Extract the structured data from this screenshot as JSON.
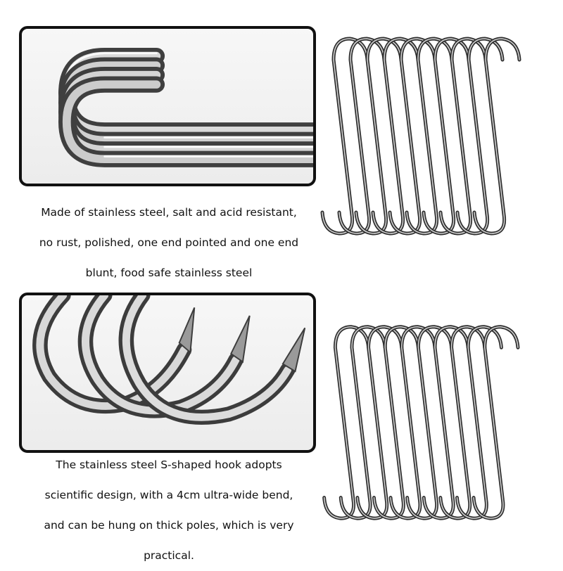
{
  "captions": {
    "top": [
      "Made of stainless steel, salt and acid resistant,",
      "no rust, polished, one end pointed and one end",
      "blunt, food safe stainless steel"
    ],
    "bottom": [
      "The stainless steel S-shaped hook adopts",
      "scientific design, with a 4cm ultra-wide bend,",
      "and can be hung on thick poles, which is very",
      "practical."
    ]
  },
  "colors": {
    "border": "#111111",
    "steel_dark": "#4a4a4a",
    "steel_light": "#e8e8e8"
  }
}
